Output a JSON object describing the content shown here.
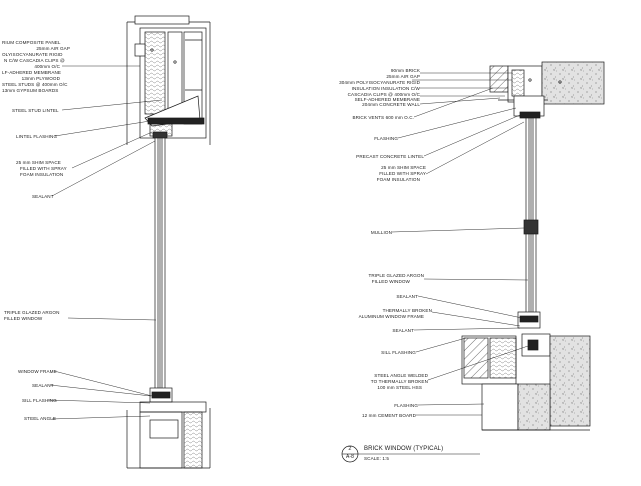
{
  "left_detail": {
    "labels": {
      "composite_panel": "RIUM COMPOSITE PANEL",
      "air_gap": "25mm AIR GAP",
      "polyiso": "OLYISOCYANURATE RIGID",
      "cascadia": "N C/W CASCADIA CLIPS @",
      "oc": "400mm O/C",
      "membrane": "LF-ADHERED MEMBRANE",
      "plywood": "13mm PLYWOOD",
      "studs": "STEEL STUDS @ 400mm O/C",
      "gypsum": "13mm GYPSUM BOARDS",
      "stud_lintel": "STEEL STUD LINTEL",
      "lintel_flashing": "LINTEL FLASHING",
      "shim_1": "25 mm SHIM SPACE",
      "shim_2": "FILLED WITH SPRAY",
      "shim_3": "FOAM INSULATION",
      "sealant_top": "SEALANT",
      "triple_1": "TRIPLE GLAZED ARGON",
      "triple_2": "FILLED WINDOW",
      "window_frame": "WINDOW FRAME",
      "sealant_bottom": "SEALANT",
      "sill_flashing": "SILL FLASHING",
      "steel_angle": "STEEL ANGLE"
    }
  },
  "right_detail": {
    "labels": {
      "brick": "90mm BRICK",
      "air_gap": "25mm AIR GAP",
      "polyiso": "304mm POLYISOCYANURATE RIGID",
      "insulation": "INSULATION INSULATION C/W",
      "cascadia": "CASCADIA CLIPS @ 400mm O/C",
      "membrane": "SELF-ADHERED MEMBRANE",
      "concrete_wall": "204mm CONCRETE WALL",
      "brick_vents": "BRICK VENTS 600 mm O.C.",
      "flashing_top": "FLASHING",
      "precast_lintel": "PRECAST CONCRETE LINTEL",
      "shim_1": "25 mm SHIM SPACE",
      "shim_2": "FILLED WITH SPRAY",
      "shim_3": "FOAM INSULATION",
      "mullion": "MULLION",
      "triple_1": "TRIPLE GLAZED ARGON",
      "triple_2": "FILLED WINDOW",
      "sealant_top": "SEALANT",
      "thermal_1": "THERMALLY BROKEN",
      "thermal_2": "ALUMINUM WINDOW FRAME",
      "sealant_bottom": "SEALANT",
      "sill_flashing": "SILL FLASHING",
      "steel_angle_1": "STEEL ANGLE WELDED",
      "steel_angle_2": "TO THERMALLY BROKEN",
      "steel_angle_3": "100 mm STEEL HSS",
      "flashing_bottom": "FLASHING",
      "cement_board": "12 mm CEMENT BOARD"
    }
  },
  "title_block": {
    "number": "2",
    "sheet": "A-8",
    "title": "BRICK WINDOW (TYPICAL)",
    "scale": "SCALE: 1:5"
  },
  "colors": {
    "line": "#1a1a1a",
    "concrete": "#d9d9d9",
    "hatch": "#8a8a8a"
  }
}
